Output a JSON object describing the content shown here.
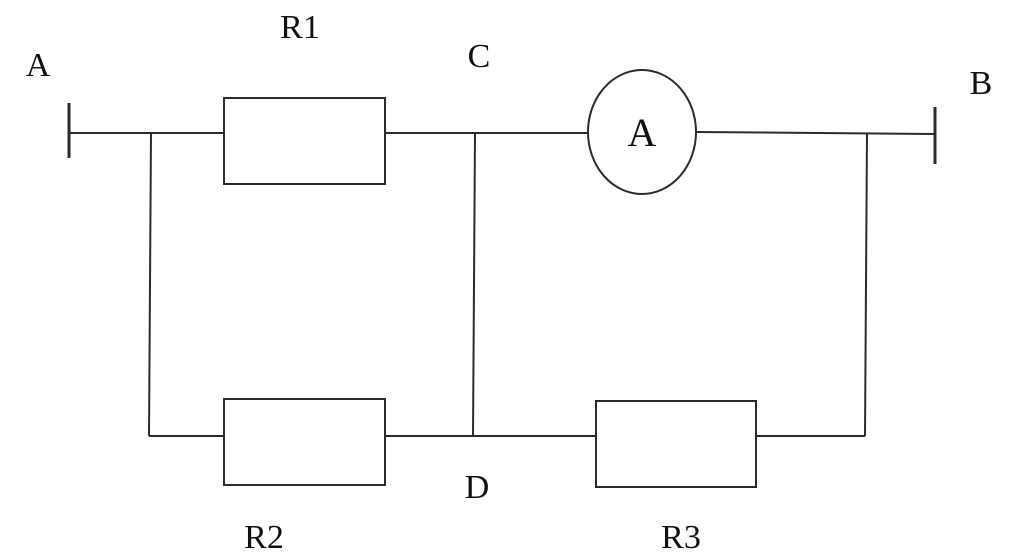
{
  "labels": {
    "node_a": "A",
    "node_b": "B",
    "node_c": "C",
    "node_d": "D",
    "r1": "R1",
    "r2": "R2",
    "r3": "R3",
    "ammeter": "A"
  },
  "colors": {
    "line": "#2b2b2b",
    "background": "#ffffff"
  }
}
